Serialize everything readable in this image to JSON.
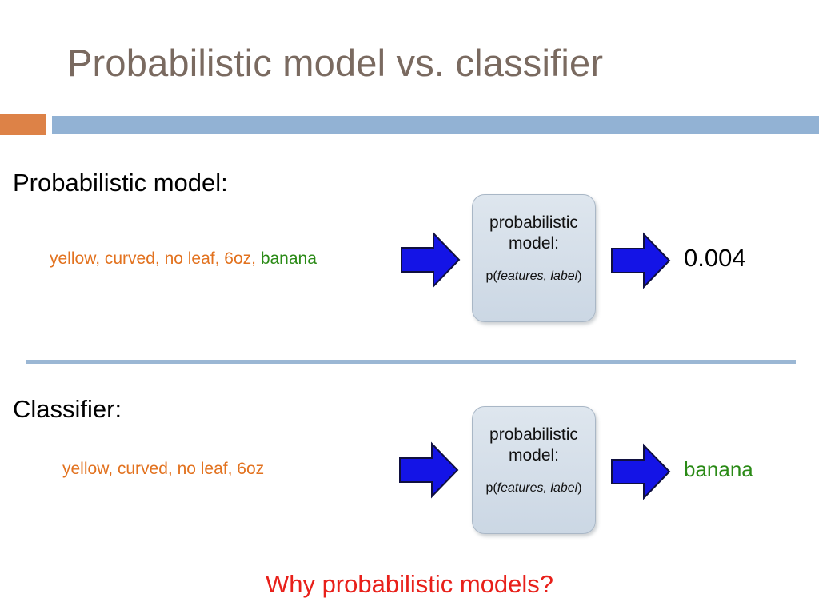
{
  "slide": {
    "title": "Probabilistic model vs. classifier",
    "footer_question": "Why probabilistic models?"
  },
  "colors": {
    "title": "#7a6a60",
    "accent_orange": "#dd8247",
    "accent_blue": "#92b2d4",
    "divider_blue": "#9bb7d4",
    "feature_orange": "#e2721f",
    "label_green": "#2a8a16",
    "arrow_blue": "#1414e6",
    "question_red": "#e8201a",
    "box_fill": "#d6dfe8",
    "box_border": "#a9b7c6"
  },
  "sections": [
    {
      "heading": "Probabilistic model:",
      "features_prefix": "yellow, curved, no leaf, 6oz, ",
      "features_label": "banana",
      "box": {
        "title_line1": "probabilistic",
        "title_line2": "model:",
        "formula_prefix": "p(",
        "formula_italic": "features, label",
        "formula_suffix": ")"
      },
      "arrow_in": "right-arrow-icon",
      "arrow_out": "right-arrow-icon",
      "output": "0.004"
    },
    {
      "heading": "Classifier:",
      "features_prefix": "yellow, curved, no leaf, 6oz",
      "features_label": "",
      "box": {
        "title_line1": "probabilistic",
        "title_line2": "model:",
        "formula_prefix": "p(",
        "formula_italic": "features, label",
        "formula_suffix": ")"
      },
      "arrow_in": "right-arrow-icon",
      "arrow_out": "right-arrow-icon",
      "output": "banana"
    }
  ]
}
